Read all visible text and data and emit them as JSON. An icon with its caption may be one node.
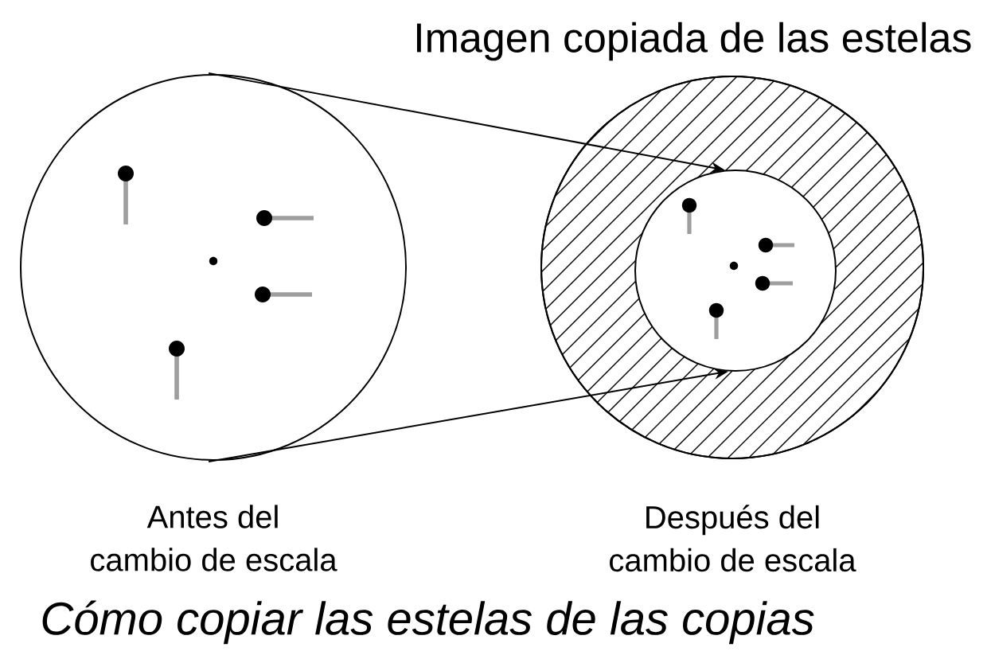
{
  "diagram": {
    "caption": "Cómo copiar las estelas de las copias",
    "nodes": [
      {
        "text": [],
        "shape": "circle",
        "beside": [
          "Antes del cambio de escala"
        ]
      },
      {
        "text": [],
        "shape": "circle",
        "beside": [
          "Después del cambio de escala"
        ]
      },
      {
        "text": [],
        "shape": "circle",
        "in": 1
      }
    ],
    "edges": [
      {
        "from": 0,
        "to": 2,
        "arrow": "to"
      },
      {
        "from": 0,
        "to": 2,
        "arrow": "to"
      }
    ],
    "labels": [
      "Imagen copiada de las estelas"
    ]
  }
}
